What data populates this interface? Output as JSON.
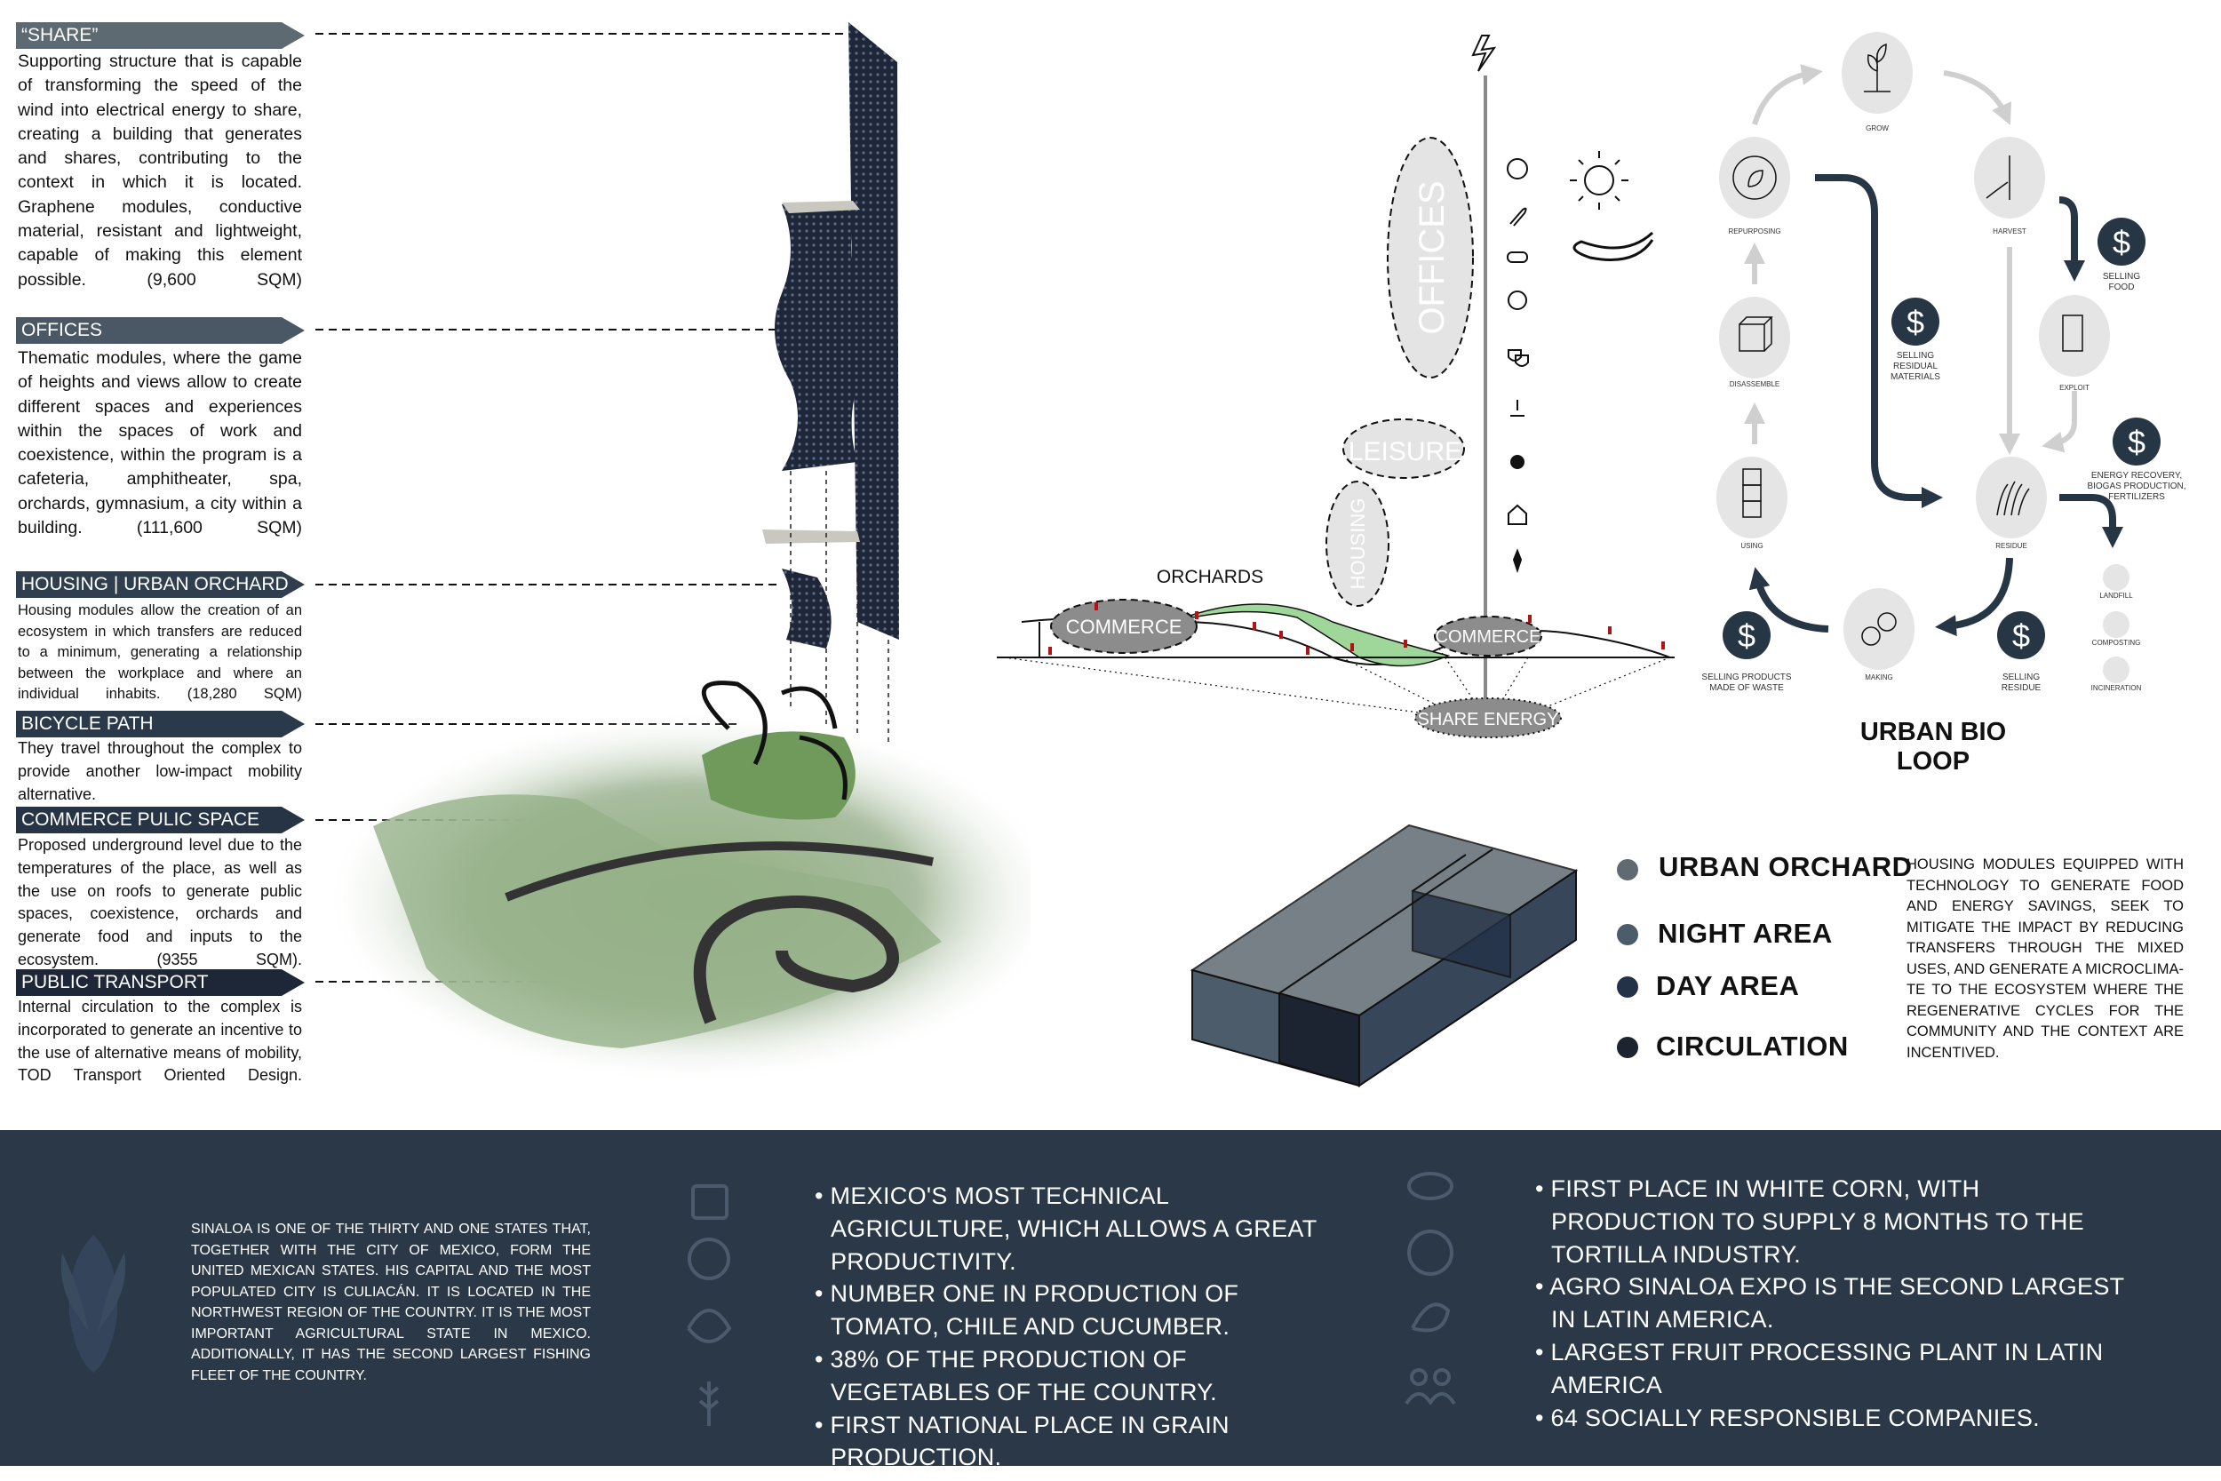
{
  "sections": [
    {
      "title": "“SHARE”",
      "color": "#5e6a72",
      "text": "Supporting structure that is capable of transforming the speed of the wind into electrical energy to share, creating a building that generates and shares, contributing to the context in which it is located. Graphene modules, conductive material, resistant and lightweight, capable of making this element possible. (9,600 SQM)"
    },
    {
      "title": "OFFICES",
      "color": "#4a5866",
      "text": "Thematic modules, where the game of heights and views allow to create different spaces and experiences within the spaces of work and coexistence, within the program is a cafeteria, amphitheater, spa, orchards, gymnasium, a city within a building. (111,600 SQM)"
    },
    {
      "title": "HOUSING | URBAN ORCHARD",
      "color": "#2f3f4f",
      "text": "Housing modules allow the creation of an ecosystem in which transfers are reduced to a minimum, generating a relationship between the workplace and where an individual inhabits. (18,280 SQM)"
    },
    {
      "title": "BICYCLE PATH",
      "color": "#2b3a4a",
      "text": "They travel throughout the complex to provide another low-impact mobility alternative."
    },
    {
      "title": "COMMERCE PULIC SPACE",
      "color": "#263446",
      "text": "Proposed underground level due to the temperatures of the place, as well as the use on roofs to generate public spaces, coexistence, orchards and generate food and inputs to the ecosystem. (9355 SQM)."
    },
    {
      "title": "PUBLIC TRANSPORT",
      "color": "#1e2737",
      "text": "Internal circulation to the complex is incorporated to generate an incentive to the use of alternative means of mobility, TOD Transport Oriented Design."
    }
  ],
  "section_diagram": {
    "offices": "OFFICES",
    "leisure": "LEISURE",
    "housing": "HOUSING",
    "orchards": "ORCHARDS",
    "commerce_left": "COMMERCE",
    "commerce_right": "COMMERCE",
    "share_energy": "SHARE ENERGY",
    "icons": [
      "soccer-ball-icon",
      "paperclip-icon",
      "gamepad-icon",
      "film-reel-icon",
      "theater-masks-icon",
      "yoga-icon",
      "dining-icon",
      "house-icon",
      "carrot-icon"
    ]
  },
  "bio_loop": {
    "title": "URBAN BIO LOOP",
    "stages": {
      "grow": "GROW",
      "harvest": "HARVEST",
      "repurposing": "REPURPOSING",
      "disassemble": "DISASSEMBLE",
      "exploit": "EXPLOIT",
      "using": "USING",
      "residue": "RESIDUE",
      "making": "MAKING"
    },
    "money": {
      "selling_food": [
        "SELLING",
        "FOOD"
      ],
      "selling_residual": [
        "SELLING",
        "RESIDUAL",
        "MATERIALS"
      ],
      "energy": [
        "ENERGY RECOVERY,",
        "BIOGAS PRODUCTION,",
        "FERTILIZERS"
      ],
      "selling_products": [
        "SELLING PRODUCTS",
        "MADE OF WASTE"
      ],
      "selling_residue": [
        "SELLING",
        "RESIDUE"
      ]
    },
    "disposal": [
      "LANDFILL",
      "COMPOSTING",
      "INCINERATION"
    ],
    "dark_color": "#263645",
    "circle_color": "#e5e5e5"
  },
  "legend": {
    "items": [
      {
        "label": "URBAN ORCHARD",
        "color": "#5f6a72"
      },
      {
        "label": "NIGHT AREA",
        "color": "#4d5c6a"
      },
      {
        "label": "DAY AREA",
        "color": "#243247"
      },
      {
        "label": "CIRCULATION",
        "color": "#1c2331"
      }
    ],
    "description": "HOUSING MODULES EQUIPPED WITH TECHNOLOGY TO GENERATE FOOD AND ENERGY SAVINGS, SEEK TO MITIGATE THE IMPACT BY REDUCING TRANSFERS THROUGH THE MIXED USES, AND GENERATE A MICROCLIMA-TE TO THE ECOSYSTEM WHERE THE REGENERATIVE CYCLES FOR THE COMMUNITY AND THE CONTEXT ARE INCENTIVED."
  },
  "bottom": {
    "intro": "SINALOA IS ONE OF THE THIRTY AND ONE STATES THAT, TOGETHER WITH THE CITY OF MEXICO, FORM THE UNITED MEXICAN STATES. HIS CAPITAL AND THE MOST POPULATED CITY IS CULIACÁN. IT IS LOCATED IN THE NORTHWEST REGION OF THE COUNTRY. IT IS THE MOST IMPORTANT AGRICULTURAL STATE IN MEXICO. ADDITIONALLY, IT HAS THE SECOND LARGEST FISHING FLEET OF THE COUNTRY.",
    "bullets_left": [
      "• MEXICO'S MOST TECHNICAL AGRICULTURE, WHICH ALLOWS A GREAT PRODUCTIVITY.",
      "• NUMBER ONE IN PRODUCTION OF TOMATO, CHILE AND CUCUMBER.",
      "• 38% OF THE PRODUCTION OF VEGETABLES OF THE COUNTRY.",
      "• FIRST NATIONAL PLACE IN GRAIN PRODUCTION."
    ],
    "bullets_right": [
      "• FIRST PLACE IN WHITE CORN, WITH PRODUCTION TO SUPPLY 8 MONTHS TO THE TORTILLA INDUSTRY.",
      "• AGRO SINALOA EXPO IS THE SECOND LARGEST IN LATIN AMERICA.",
      "• LARGEST FRUIT PROCESSING PLANT IN LATIN AMERICA",
      "• 64 SOCIALLY RESPONSIBLE COMPANIES."
    ],
    "panel_color": "#2a3847"
  }
}
